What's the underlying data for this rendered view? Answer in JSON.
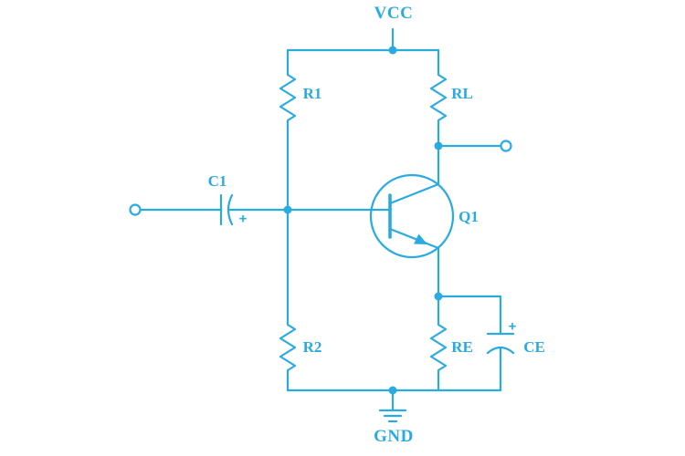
{
  "diagram": {
    "colors": {
      "line": "#29ABE2",
      "background": "#FFFFFF"
    },
    "labels": {
      "vcc": "VCC",
      "gnd": "GND",
      "c1": "C1",
      "c1_polarity": "+",
      "r1": "R1",
      "r2": "R2",
      "rl": "RL",
      "re": "RE",
      "q1": "Q1",
      "ce": "CE",
      "ce_polarity": "+"
    }
  }
}
